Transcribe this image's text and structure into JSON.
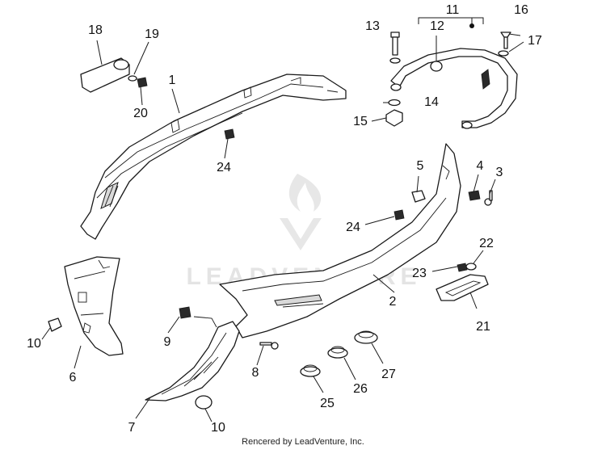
{
  "watermark": {
    "text": "LEADVENTURE"
  },
  "footer": {
    "text": "Rencered by LeadVenture, Inc."
  },
  "callouts": [
    {
      "id": "1",
      "label": "1"
    },
    {
      "id": "2",
      "label": "2"
    },
    {
      "id": "3",
      "label": "3"
    },
    {
      "id": "4",
      "label": "4"
    },
    {
      "id": "5",
      "label": "5"
    },
    {
      "id": "6",
      "label": "6"
    },
    {
      "id": "7",
      "label": "7"
    },
    {
      "id": "8",
      "label": "8"
    },
    {
      "id": "9",
      "label": "9"
    },
    {
      "id": "10a",
      "label": "10"
    },
    {
      "id": "10b",
      "label": "10"
    },
    {
      "id": "11",
      "label": "11"
    },
    {
      "id": "12",
      "label": "12"
    },
    {
      "id": "13",
      "label": "13"
    },
    {
      "id": "14",
      "label": "14"
    },
    {
      "id": "15",
      "label": "15"
    },
    {
      "id": "16",
      "label": "16"
    },
    {
      "id": "17",
      "label": "17"
    },
    {
      "id": "18",
      "label": "18"
    },
    {
      "id": "19",
      "label": "19"
    },
    {
      "id": "20",
      "label": "20"
    },
    {
      "id": "21",
      "label": "21"
    },
    {
      "id": "22",
      "label": "22"
    },
    {
      "id": "23",
      "label": "23"
    },
    {
      "id": "24a",
      "label": "24"
    },
    {
      "id": "24b",
      "label": "24"
    },
    {
      "id": "25",
      "label": "25"
    },
    {
      "id": "26",
      "label": "26"
    },
    {
      "id": "27",
      "label": "27"
    }
  ]
}
